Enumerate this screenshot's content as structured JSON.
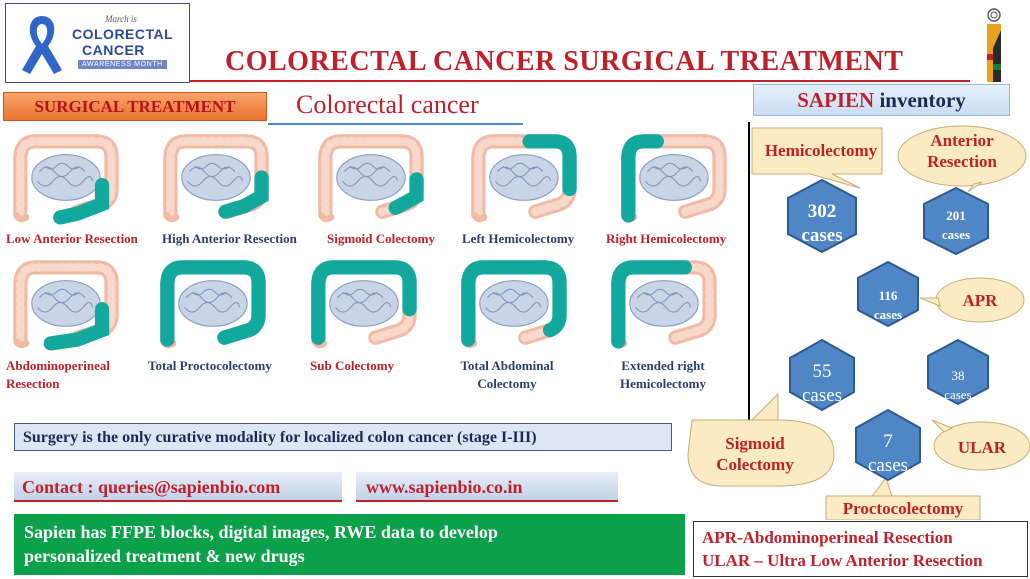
{
  "logo": {
    "kicker": "March is",
    "line1": "COLORECTAL",
    "line2": "CANCER",
    "tagline": "AWARENESS MONTH",
    "icon": "awareness-ribbon-icon",
    "ribbon_color": "#2f66c8"
  },
  "header": {
    "title": "COLORECTAL CANCER SURGICAL TREATMENT",
    "badge": "SURGICAL TREATMENT",
    "subtitle": "Colorectal cancer"
  },
  "inventory": {
    "title_brand": "SAPIEN",
    "title_rest": "inventory",
    "callouts": {
      "hemicolectomy": "Hemicolectomy",
      "anterior_resection": "Anterior Resection",
      "apr": "APR",
      "sigmoid_colectomy": "Sigmoid Colectomy",
      "ular": "ULAR",
      "proctocolectomy": "Proctocolectomy"
    },
    "hexagons": [
      {
        "count": "302",
        "unit": "cases"
      },
      {
        "count": "201",
        "unit": "cases"
      },
      {
        "count": "116",
        "unit": "cases"
      },
      {
        "count": "55",
        "unit": "cases"
      },
      {
        "count": "38",
        "unit": "cases"
      },
      {
        "count": "7",
        "unit": "cases"
      }
    ]
  },
  "procedures_row1": [
    {
      "label": "Low Anterior Resection"
    },
    {
      "label": "High Anterior Resection"
    },
    {
      "label": "Sigmoid Colectomy"
    },
    {
      "label": "Left Hemicolectomy"
    },
    {
      "label": "Right Hemicolectomy"
    }
  ],
  "procedures_row2": [
    {
      "line1": "Abdominoperineal",
      "line2": "Resection"
    },
    {
      "line1": "Total Proctocolectomy",
      "line2": ""
    },
    {
      "line1": "Sub Colectomy",
      "line2": ""
    },
    {
      "line1": "Total Abdominal",
      "line2": "Colectomy"
    },
    {
      "line1": "Extended right",
      "line2": "Hemicolectomy"
    }
  ],
  "note": "Surgery is the only curative modality for localized colon cancer (stage I-III)",
  "contact": "Contact : queries@sapienbio.com",
  "website": "www.sapienbio.co.in",
  "offer": {
    "line1": "Sapien has FFPE blocks, digital images, RWE data to develop",
    "line2": "personalized treatment & new drugs"
  },
  "abbreviations": {
    "apr": "APR-Abdominoperineal Resection",
    "ular": "ULAR – Ultra Low Anterior Resection"
  },
  "colors": {
    "title_red": "#c0202a",
    "teal_highlight": "#13a89e",
    "colon_pink": "#f4c9b8",
    "hex_blue": "#4f86c6",
    "offer_green": "#0aa14a"
  }
}
